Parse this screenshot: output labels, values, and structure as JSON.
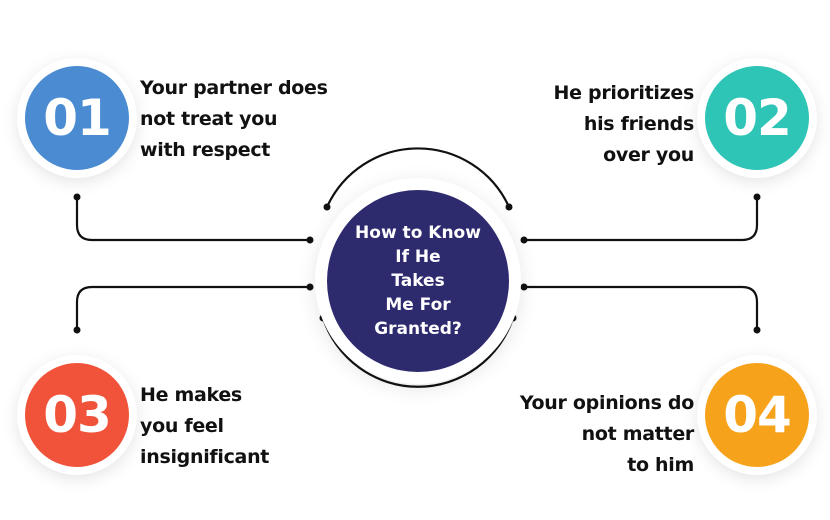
{
  "center": {
    "title": "How to Know\nIf He\nTakes\nMe For\nGranted?",
    "color": "#2e2a6e"
  },
  "items": [
    {
      "number": "01",
      "text": "Your partner does\nnot treat you\nwith respect",
      "color": "#4a8bd2"
    },
    {
      "number": "02",
      "text": "He prioritizes\nhis friends\nover you",
      "color": "#2ec4b6"
    },
    {
      "number": "03",
      "text": "He makes\nyou feel\ninsignificant",
      "color": "#f0533a"
    },
    {
      "number": "04",
      "text": "Your opinions do\nnot matter\nto him",
      "color": "#f7a21b"
    }
  ],
  "line_color": "#111111"
}
